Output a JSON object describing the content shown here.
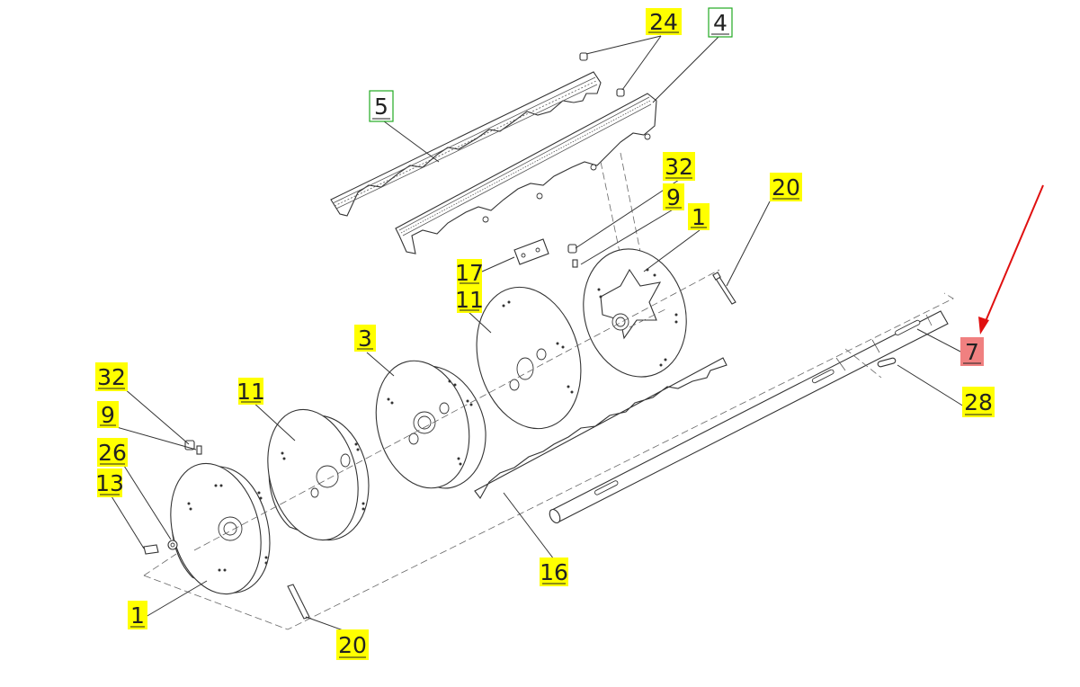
{
  "colors": {
    "highlight_yellow": "#ffff00",
    "highlight_green_border": "#22aa22",
    "highlight_red": "#f08080",
    "arrow_red": "#e01010"
  },
  "callouts": [
    {
      "id": "c24",
      "label": "24",
      "style": "yellow"
    },
    {
      "id": "c4",
      "label": "4",
      "style": "green"
    },
    {
      "id": "c5",
      "label": "5",
      "style": "green"
    },
    {
      "id": "c32a",
      "label": "32",
      "style": "yellow"
    },
    {
      "id": "c9a",
      "label": "9",
      "style": "yellow"
    },
    {
      "id": "c1a",
      "label": "1",
      "style": "yellow"
    },
    {
      "id": "c20a",
      "label": "20",
      "style": "yellow"
    },
    {
      "id": "c17",
      "label": "17",
      "style": "yellow"
    },
    {
      "id": "c11a",
      "label": "11",
      "style": "yellow"
    },
    {
      "id": "c3",
      "label": "3",
      "style": "yellow"
    },
    {
      "id": "c7",
      "label": "7",
      "style": "red"
    },
    {
      "id": "c28",
      "label": "28",
      "style": "yellow"
    },
    {
      "id": "c32b",
      "label": "32",
      "style": "yellow"
    },
    {
      "id": "c11b",
      "label": "11",
      "style": "yellow"
    },
    {
      "id": "c9b",
      "label": "9",
      "style": "yellow"
    },
    {
      "id": "c26",
      "label": "26",
      "style": "yellow"
    },
    {
      "id": "c13",
      "label": "13",
      "style": "yellow"
    },
    {
      "id": "c1b",
      "label": "1",
      "style": "yellow"
    },
    {
      "id": "c16",
      "label": "16",
      "style": "yellow"
    },
    {
      "id": "c20b",
      "label": "20",
      "style": "yellow"
    }
  ]
}
